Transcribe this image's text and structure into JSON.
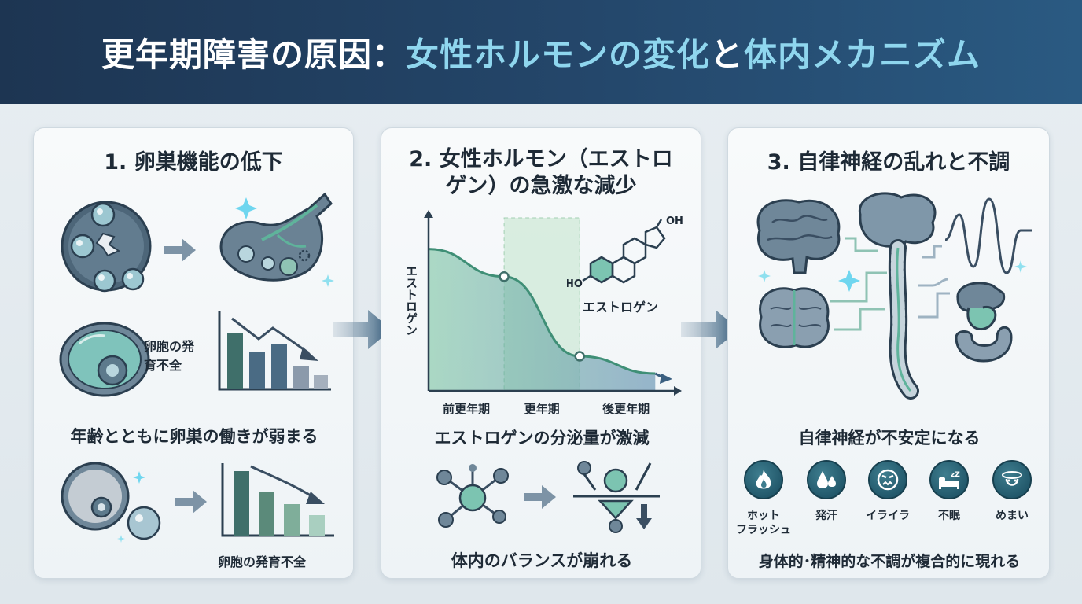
{
  "header": {
    "title_part1": "更年期障害の原因：",
    "title_part2": "女性ホルモンの変化",
    "title_part3": "と",
    "title_part4": "体内メカニズム"
  },
  "panel1": {
    "title": "1. 卵巣機能の低下",
    "label_follicle": "卵胞の発\n育不全",
    "caption": "年齢とともに卵巣の働きが弱まる",
    "label_bottom": "卵胞の発育不全"
  },
  "panel2": {
    "title_line1": "2. 女性ホルモン（エストロ",
    "title_line2": "ゲン）の急激な減少",
    "caption": "エストロゲンの分泌量が激減",
    "caption_bottom": "体内のバランスが崩れる",
    "molecule_oh_top": "OH",
    "molecule_ho": "HO",
    "molecule_label": "エストロゲン"
  },
  "chart_data": {
    "type": "area",
    "title": "",
    "ylabel": "エストロゲン",
    "xlabel": "",
    "categories": [
      "前更年期",
      "更年期",
      "後更年期"
    ],
    "series": [
      {
        "values": [
          0.82,
          0.66,
          0.2,
          0.1
        ]
      }
    ],
    "highlight_band": "更年期",
    "grid": false
  },
  "panel3": {
    "title": "3. 自律神経の乱れと不調",
    "caption": "自律神経が不安定になる",
    "caption_bottom": "身体的･精神的な不調が複合的に現れる",
    "symptoms": [
      {
        "label": "ホット\nフラッシュ",
        "icon": "flame-icon"
      },
      {
        "label": "発汗",
        "icon": "sweat-drops-icon"
      },
      {
        "label": "イライラ",
        "icon": "irritation-face-icon"
      },
      {
        "label": "不眠",
        "icon": "sleep-bed-icon"
      },
      {
        "label": "めまい",
        "icon": "dizzy-head-icon"
      }
    ]
  },
  "colors": {
    "header_bg": "#1d3552",
    "accent_text": "#8fd6ee",
    "teal": "#4aa79a",
    "slate": "#3a4e62",
    "green": "#5aa883"
  }
}
